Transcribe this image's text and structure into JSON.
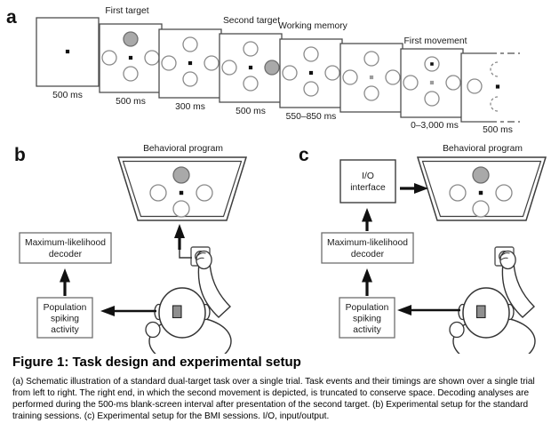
{
  "figure": {
    "caption_title": "Figure 1: Task design and experimental setup",
    "caption_body": "(a) Schematic illustration of a standard dual-target task over a single trial. Task events and their timings are shown over a single trial from left to right. The right end, in which the second movement is depicted, is truncated to conserve space. Decoding analyses are performed during the 500-ms blank-screen interval after presentation of the second target. (b) Experimental setup for the standard training sessions. (c) Experimental setup for the BMI sessions. I/O, input/output."
  },
  "panel_a": {
    "label": "a",
    "frames": [
      {
        "time": "500 ms"
      },
      {
        "title": "First target",
        "time": "500 ms"
      },
      {
        "time": "300 ms"
      },
      {
        "title": "Second target",
        "time": "500 ms"
      },
      {
        "title": "Working memory",
        "time": "550–850 ms"
      },
      {
        "time": ""
      },
      {
        "title": "First movement",
        "time": "0–3,000 ms"
      },
      {
        "time": "500 ms"
      }
    ]
  },
  "panel_b": {
    "label": "b",
    "screen_title": "Behavioral program",
    "decoder": {
      "line1": "Maximum-likelihood",
      "line2": "decoder"
    },
    "population": {
      "line1": "Population",
      "line2": "spiking",
      "line3": "activity"
    }
  },
  "panel_c": {
    "label": "c",
    "screen_title": "Behavioral program",
    "io": {
      "line1": "I/O",
      "line2": "interface"
    },
    "decoder": {
      "line1": "Maximum-likelihood",
      "line2": "decoder"
    },
    "population": {
      "line1": "Population",
      "line2": "spiking",
      "line3": "activity"
    }
  },
  "colors": {
    "target_gray": "#a9a9a9",
    "implant_gray": "#8f8f8f",
    "outline_dark": "#3d3d3d",
    "outline_mid": "#6e6e6e",
    "arrow_black": "#111111"
  }
}
